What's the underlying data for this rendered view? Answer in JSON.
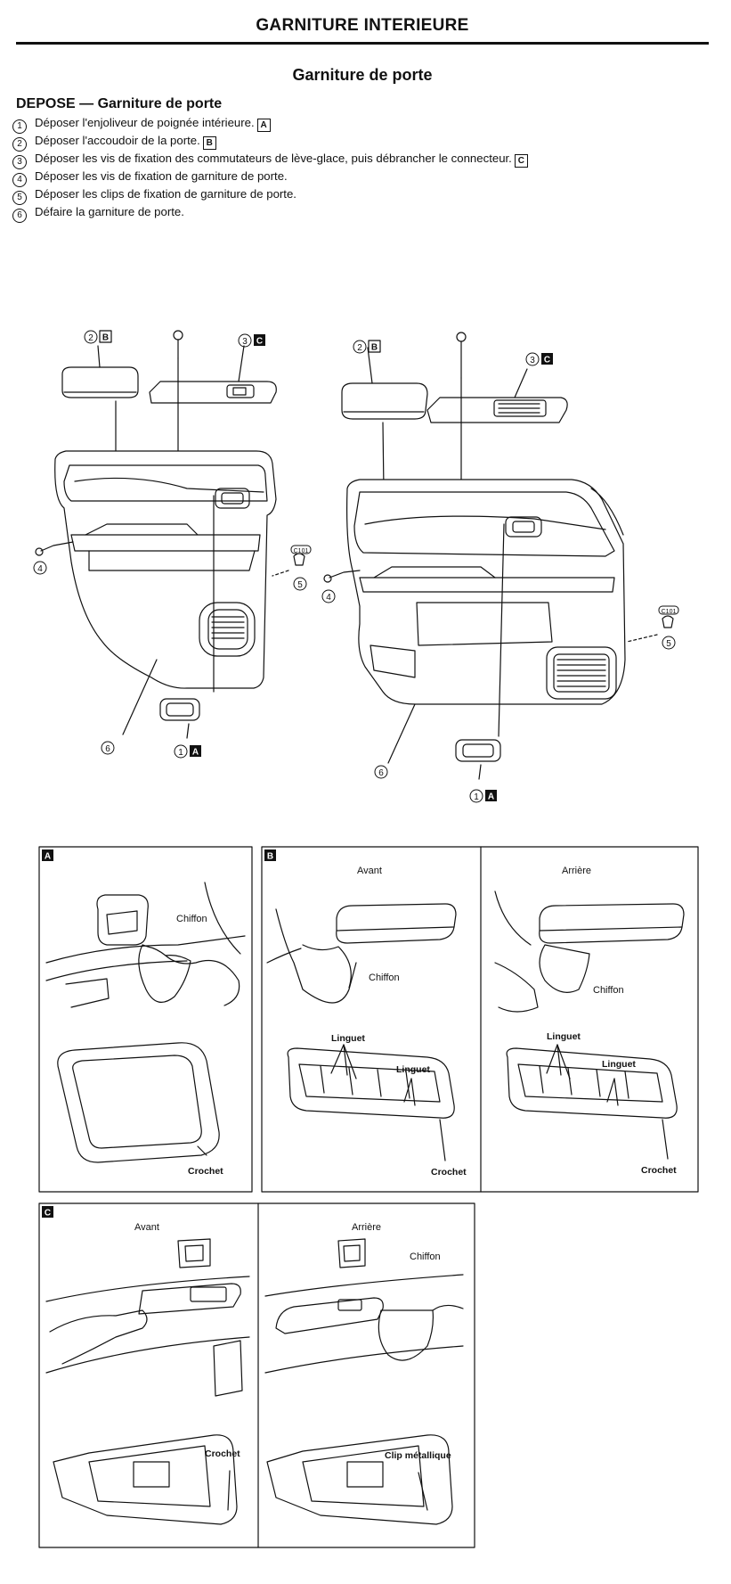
{
  "header": {
    "title": "GARNITURE INTERIEURE"
  },
  "subtitle": "Garniture de porte",
  "section": {
    "title": "DEPOSE — Garniture de porte"
  },
  "steps": [
    {
      "n": "1",
      "text": "Déposer l'enjoliveur de poignée intérieure.",
      "tag": "A"
    },
    {
      "n": "2",
      "text": "Déposer l'accoudoir de la porte.",
      "tag": "B"
    },
    {
      "n": "3",
      "text": "Déposer les vis de fixation des commutateurs de lève-glace, puis débrancher le connecteur.",
      "tag": "C"
    },
    {
      "n": "4",
      "text": "Déposer les vis de fixation de garniture de porte.",
      "tag": ""
    },
    {
      "n": "5",
      "text": "Déposer les clips de fixation de garniture de porte.",
      "tag": ""
    },
    {
      "n": "6",
      "text": "Défaire la garniture de porte.",
      "tag": ""
    }
  ],
  "diagram": {
    "callouts": {
      "c1": "1",
      "c2": "2",
      "c3": "3",
      "c4": "4",
      "c5": "5",
      "c6": "6",
      "tagA": "A",
      "tagB": "B",
      "tagC": "C",
      "clip": "C101"
    }
  },
  "panels": {
    "A": {
      "tag": "A",
      "chiffon": "Chiffon",
      "crochet": "Crochet"
    },
    "B": {
      "tag": "B",
      "avant": "Avant",
      "arriere": "Arrière",
      "chiffon": "Chiffon",
      "linguet": "Linguet",
      "crochet": "Crochet"
    },
    "C": {
      "tag": "C",
      "avant": "Avant",
      "arriere": "Arrière",
      "chiffon": "Chiffon",
      "crochet": "Crochet",
      "clip": "Clip métallique"
    }
  }
}
